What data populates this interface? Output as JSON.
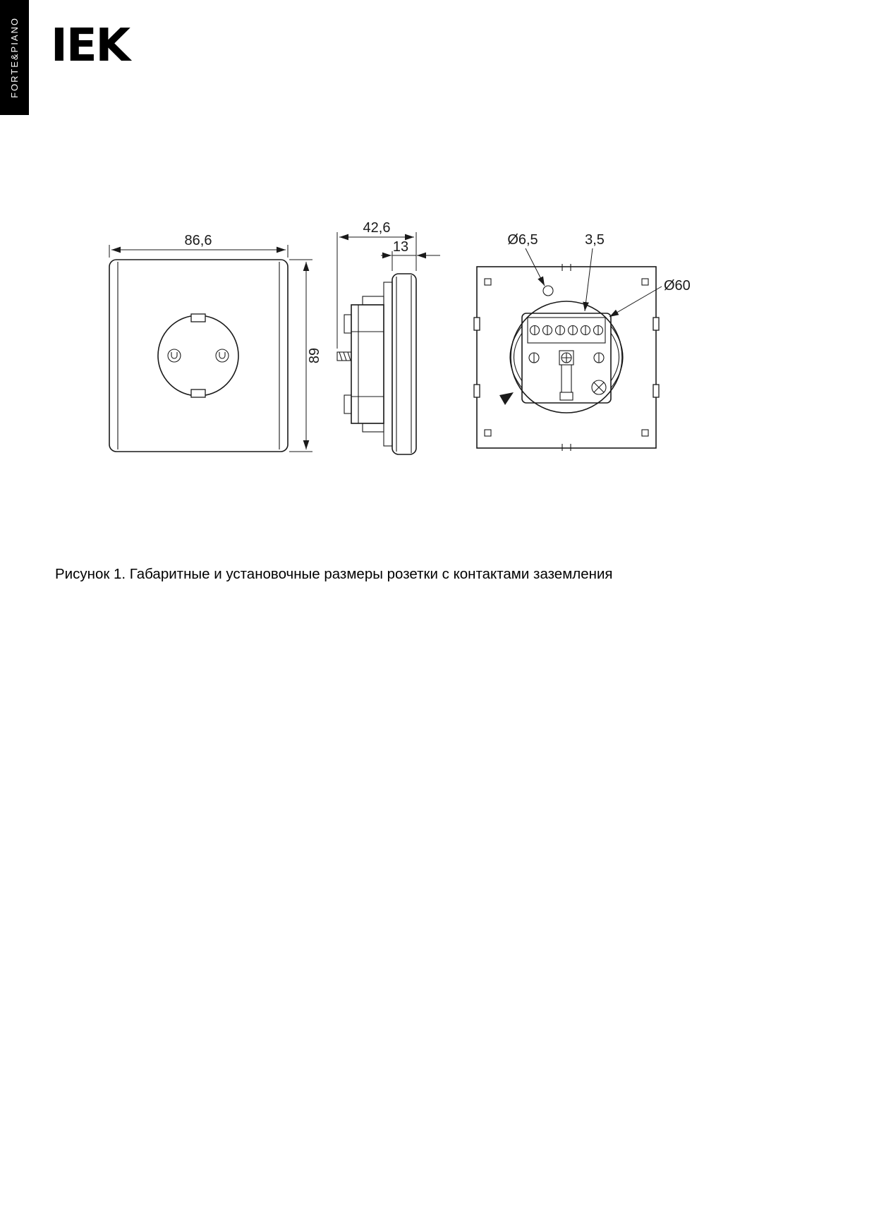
{
  "page": {
    "series_tab": "FORTE&PIANO",
    "logo": "IEK",
    "caption": "Рисунок 1. Габаритные и установочные размеры розетки с контактами заземления"
  },
  "dimensions": {
    "front": {
      "width": "86,6",
      "height": "89"
    },
    "side": {
      "depth": "42,6",
      "plate": "13"
    },
    "back": {
      "hole_diameter": "Ø6,5",
      "slot": "3,5",
      "ring_diameter": "Ø60"
    }
  }
}
